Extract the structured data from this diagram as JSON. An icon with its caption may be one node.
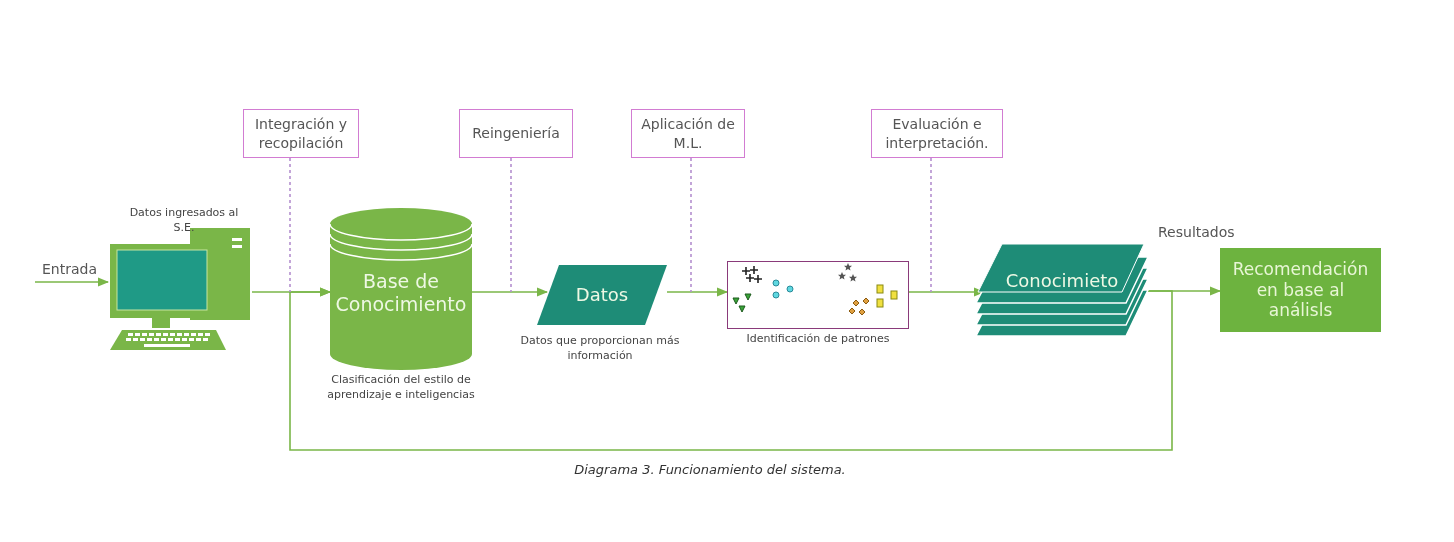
{
  "diagram": {
    "caption": "Diagrama  3. Funcionamiento del sistema.",
    "nodes": [
      {
        "text": [],
        "shape": "picture",
        "beside": [
          "Datos ingresados al S.E."
        ]
      },
      {
        "text": [
          "Base de Conocimiento"
        ],
        "beside": [
          "Clasificación del estilo de aprendizaje e inteligencias"
        ]
      },
      {
        "text": [
          "Datos"
        ],
        "beside": [
          "Datos que proporcionan más información"
        ]
      },
      {
        "text": [],
        "shape": "box",
        "beside": [
          "Identificación de patrones"
        ]
      },
      {
        "text": [
          "Conocimieto"
        ]
      },
      {
        "text": [
          "Recomendación en base al análisls"
        ]
      },
      {
        "text": [
          "Integración y recopilación"
        ]
      },
      {
        "text": [
          "Reingeniería"
        ]
      },
      {
        "text": [
          "Aplicación de M.L."
        ]
      },
      {
        "text": [
          "Evaluación e interpretación."
        ]
      }
    ],
    "edges": [
      {
        "from": null,
        "to": 0,
        "arrow": "to",
        "label": "Entrada"
      },
      {
        "from": 0,
        "to": 1,
        "arrow": "to"
      },
      {
        "from": 1,
        "to": 2,
        "arrow": "to"
      },
      {
        "from": 2,
        "to": 3,
        "arrow": "to"
      },
      {
        "from": 3,
        "to": 4,
        "arrow": "to"
      },
      {
        "from": 4,
        "to": 5,
        "arrow": "to",
        "label": "Resultados"
      },
      {
        "from": 4,
        "to": 1,
        "arrow": "to"
      },
      {
        "from": 6,
        "to": null,
        "arrow": "none",
        "style": "dashed",
        "color": "#b48fcf"
      },
      {
        "from": 7,
        "to": null,
        "arrow": "none",
        "style": "dashed",
        "color": "#b48fcf"
      },
      {
        "from": 8,
        "to": null,
        "arrow": "none",
        "style": "dashed",
        "color": "#b48fcf"
      },
      {
        "from": 9,
        "to": null,
        "arrow": "none",
        "style": "dashed",
        "color": "#b48fcf"
      }
    ]
  }
}
